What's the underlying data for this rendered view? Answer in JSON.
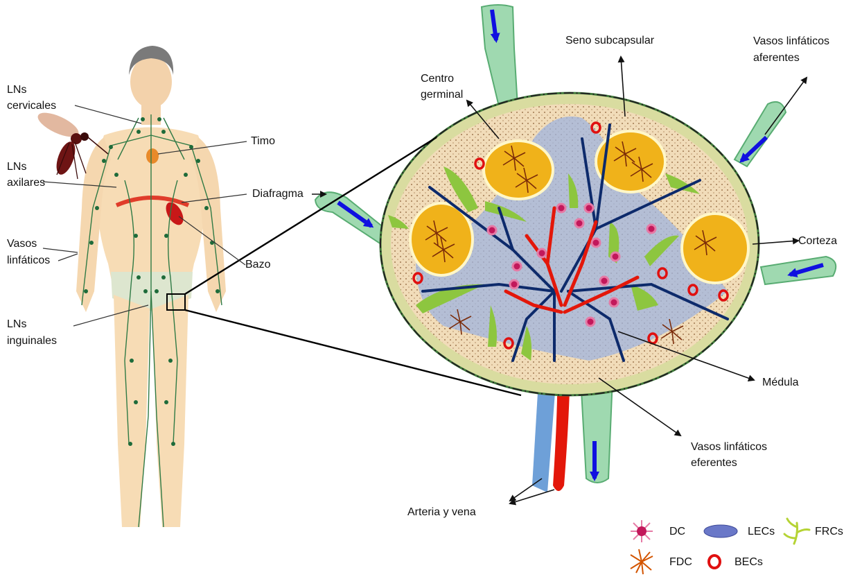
{
  "labels": {
    "ln_cervicales": [
      "LNs",
      "cervicales"
    ],
    "ln_axilares": [
      "LNs",
      "axilares"
    ],
    "vasos_linfaticos": [
      "Vasos",
      "linfáticos"
    ],
    "ln_inguinales": [
      "LNs",
      "inguinales"
    ],
    "timo": "Timo",
    "diafragma": "Diafragma",
    "bazo": "Bazo",
    "centro_germinal": [
      "Centro",
      "germinal"
    ],
    "seno_subcapsular": "Seno subcapsular",
    "vasos_aferentes": [
      "Vasos linfáticos",
      "aferentes"
    ],
    "corteza": "Corteza",
    "medula": "Médula",
    "vasos_eferentes": [
      "Vasos linfáticos",
      "eferentes"
    ],
    "arteria_vena": "Arteria y vena"
  },
  "legend": [
    {
      "label": "DC",
      "icon": "dc-cell-icon",
      "color": "#c2185b"
    },
    {
      "label": "LECs",
      "icon": "lec-cell-icon",
      "color": "#5c6bc0"
    },
    {
      "label": "FRCs",
      "icon": "frc-cell-icon",
      "color": "#b5d334"
    },
    {
      "label": "FDC",
      "icon": "fdc-cell-icon",
      "color": "#d35400"
    },
    {
      "label": "BECs",
      "icon": "bec-cell-icon",
      "color": "#e01010"
    }
  ],
  "colors": {
    "capsule": "#d9dca0",
    "cortex_fill": "#f2e2c2",
    "follicle": "#f0b21a",
    "lymph_vessel": "#8fd3a0",
    "artery": "#e3170a",
    "vein": "#0d2a6b",
    "medulla": "#8fa8d8",
    "arrow_flow": "#1010e0",
    "lymphatic_network": "#1e6b3a",
    "body": "#f7dcb5"
  }
}
